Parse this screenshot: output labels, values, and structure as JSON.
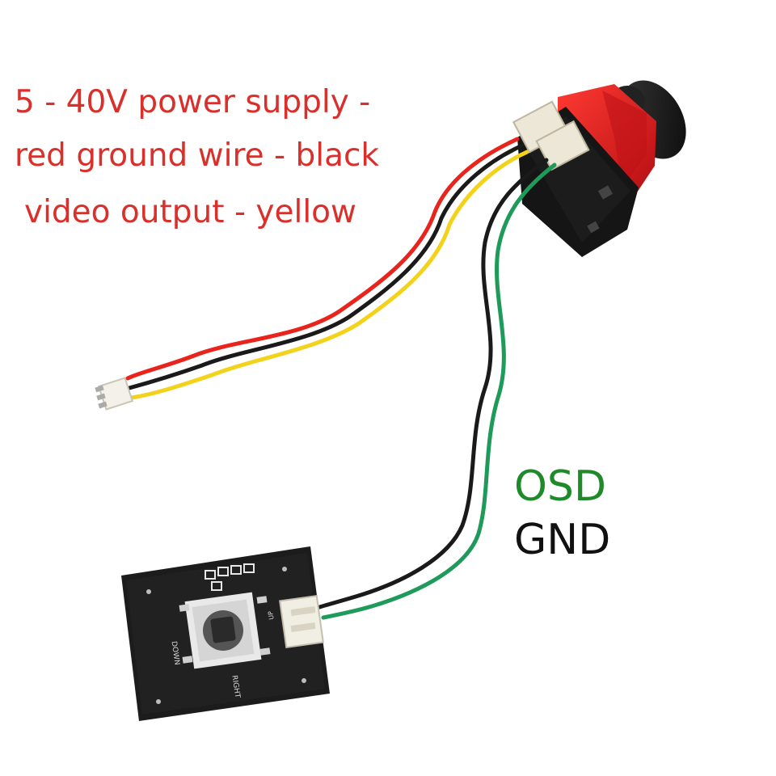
{
  "image": {
    "annotations": {
      "power": "5 - 40V power supply -",
      "ground": "red ground wire - black",
      "video": "video output - yellow",
      "osd": "OSD",
      "gnd": "GND"
    },
    "board_labels": {
      "down": "DOWN",
      "right": "RIGHT",
      "up": "UP"
    },
    "colors": {
      "annotation_red": "#d9302c",
      "osd_green": "#1f8a2a",
      "gnd_black": "#111111",
      "camera_body": "#e0141b",
      "wire_red": "#e8241c",
      "wire_yellow": "#f2d21a",
      "wire_black": "#1a1a1a",
      "wire_green": "#1e9a5a",
      "board": "#1c1c1c"
    }
  }
}
